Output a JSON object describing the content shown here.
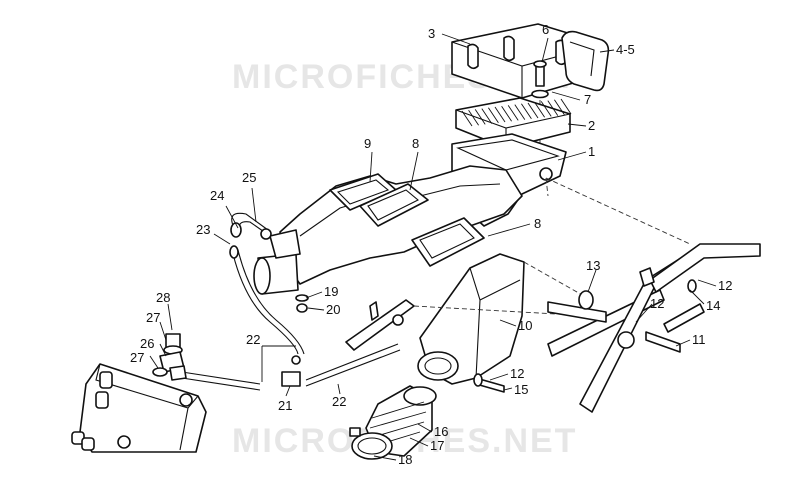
{
  "watermark": {
    "top_text": "MICROFICHES.NET",
    "bottom_text": "MICROFICHES.NET",
    "color": "#e6e6e6"
  },
  "labels": {
    "l1": "1",
    "l2": "2",
    "l3": "3",
    "l4_5": "4-5",
    "l6": "6",
    "l7": "7",
    "l8a": "8",
    "l8b": "8",
    "l9": "9",
    "l10": "10",
    "l11": "11",
    "l12a": "12",
    "l12b": "12",
    "l12c": "12",
    "l13": "13",
    "l14": "14",
    "l15": "15",
    "l16": "16",
    "l17": "17",
    "l18": "18",
    "l19": "19",
    "l20": "20",
    "l21": "21",
    "l22a": "22",
    "l22b": "22",
    "l23": "23",
    "l24": "24",
    "l25": "25",
    "l26": "26",
    "l27a": "27",
    "l27b": "27",
    "l28": "28"
  }
}
